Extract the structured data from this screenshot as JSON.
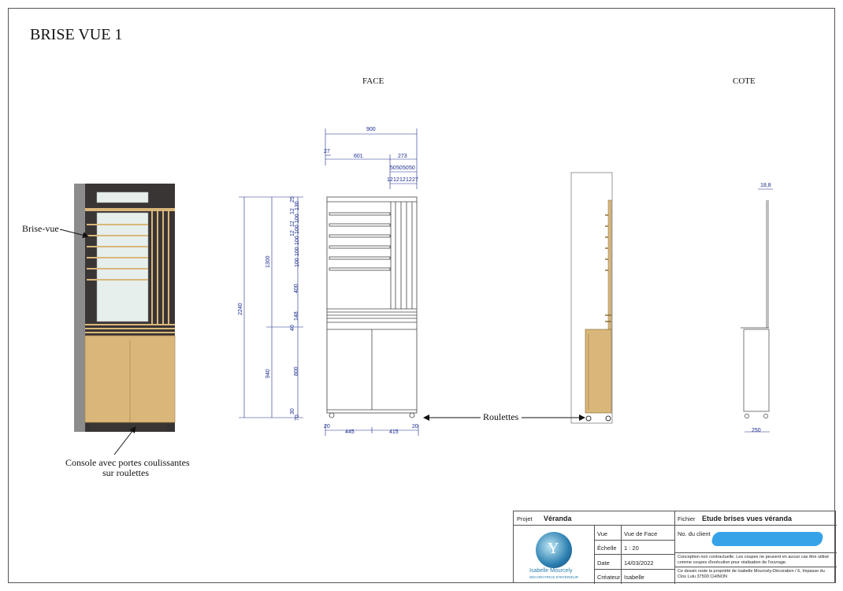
{
  "title": "BRISE VUE 1",
  "views": {
    "face": "FACE",
    "cote": "COTE"
  },
  "callouts": {
    "brise_vue": "Brise-vue",
    "console_line1": "Console avec portes coulissantes",
    "console_line2": "sur roulettes",
    "roulettes": "Roulettes"
  },
  "dimensions": {
    "top": [
      "900",
      "27",
      "601",
      "273",
      "50",
      "50",
      "50",
      "50",
      "12",
      "12",
      "12",
      "12",
      "27"
    ],
    "left_total": "2240",
    "left_upper": "1300",
    "left_lower": "940",
    "left_detail": [
      "25",
      "12",
      "130",
      "12",
      "100",
      "12",
      "100",
      "100",
      "100",
      "100",
      "400",
      "148",
      "40",
      "800",
      "30",
      "70"
    ],
    "bottom": [
      "20",
      "445",
      "415",
      "20"
    ],
    "side_top": "18,8",
    "side_bottom": "250"
  },
  "title_block": {
    "projet_label": "Projet",
    "projet_value": "Véranda",
    "fichier_label": "Fichier",
    "fichier_value": "Etude brises vues véranda",
    "vue_label": "Vue",
    "vue_value": "Vue de Face",
    "echelle_label": "Échelle",
    "echelle_value": "1 : 20",
    "date_label": "Date",
    "date_value": "14/03/2022",
    "createur_label": "Créateur",
    "createur_value": "Isabelle",
    "client_label": "No. du client",
    "note1": "Conception non contractuelle. Les coupes ne peuvent en aucun cas être utilisé comme coupes d'exécution pour réalisation de l'ouvrage.",
    "note2": "Ce dessin reste la propriété de Isabelle Mourcely-Décoration / 6, Impasse du Clos Lulu  37500 CHINON",
    "logo_name": "Isabelle Mourcely",
    "logo_sub": "DÉCORATRICE D'INTÉRIEUR"
  },
  "colors": {
    "wood": "#d9b77a",
    "dark_wall": "#3a3535",
    "dim_blue": "#1a2b8c",
    "glass": "#e6efec"
  }
}
